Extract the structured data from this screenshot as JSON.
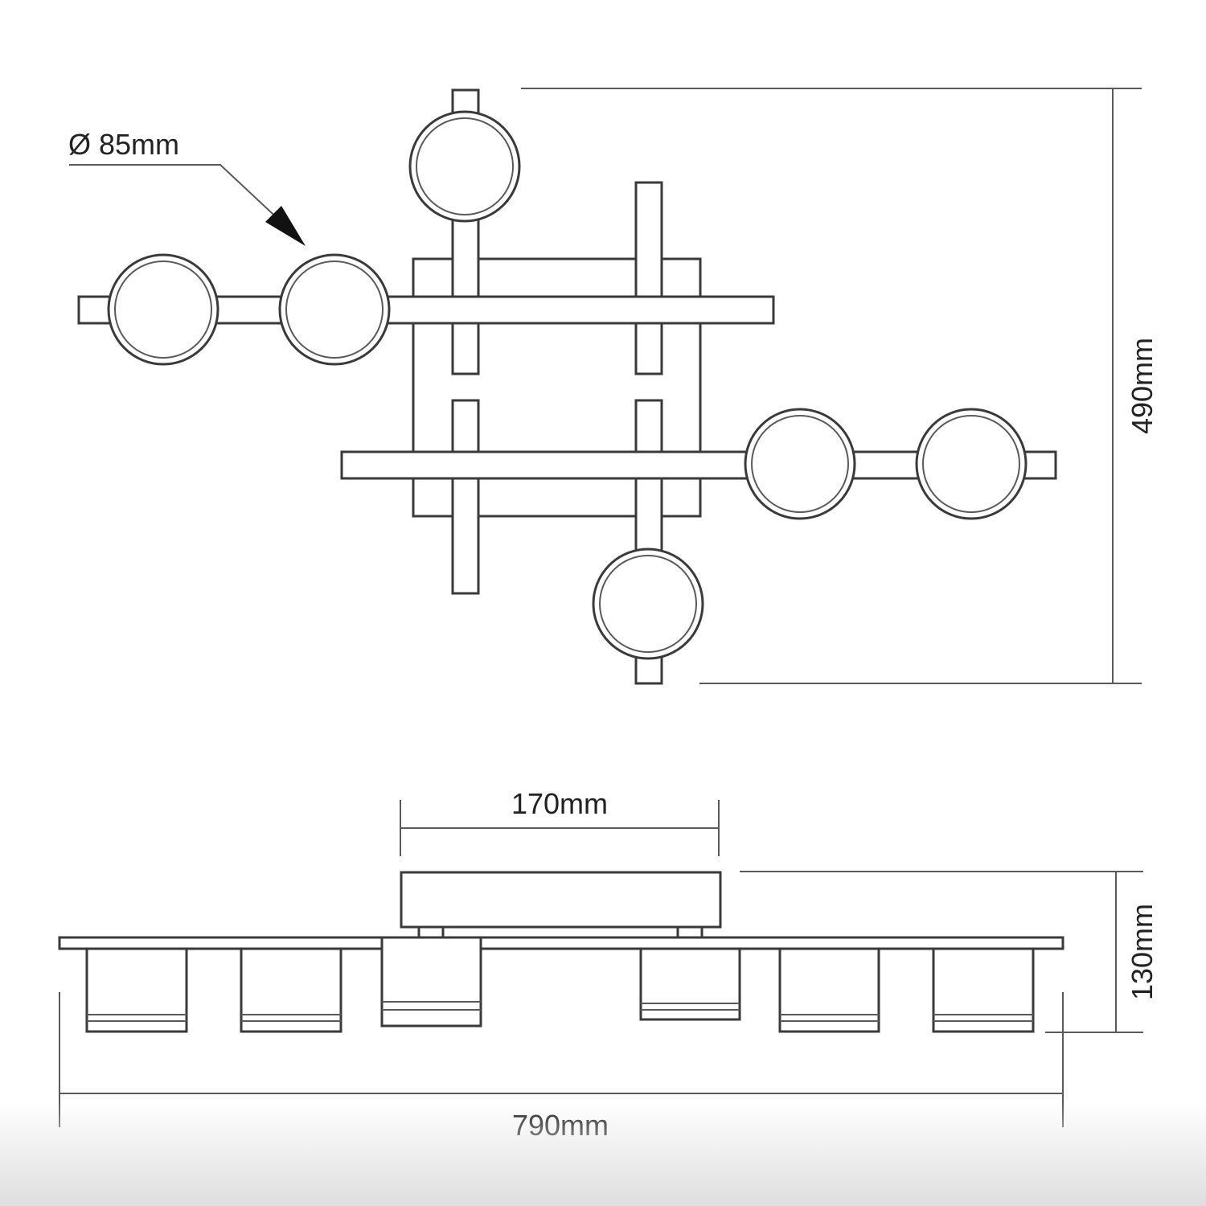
{
  "top_view": {
    "diameter_label": "Ø 85mm",
    "height_label": "490mm"
  },
  "side_view": {
    "canopy_width_label": "170mm",
    "total_height_label": "130mm",
    "total_width_label": "790mm"
  }
}
